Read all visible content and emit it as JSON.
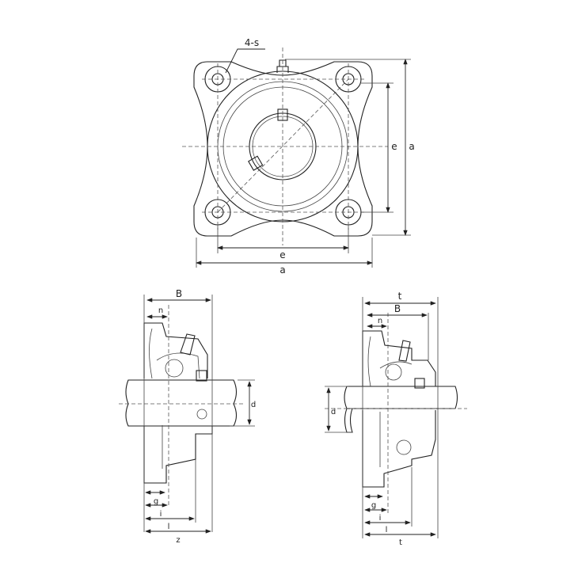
{
  "top_view": {
    "holes_label": "4-s",
    "e_vertical": "e",
    "a_vertical": "a",
    "e_horizontal": "e",
    "a_horizontal": "a"
  },
  "left_side_view": {
    "B": "B",
    "n": "n",
    "d": "d",
    "g": "g",
    "i": "i",
    "l": "l",
    "z": "z"
  },
  "right_side_view": {
    "t_top": "t",
    "B": "B",
    "n": "n",
    "d": "d",
    "g": "g",
    "i": "i",
    "l": "l",
    "t_bottom": "t"
  }
}
